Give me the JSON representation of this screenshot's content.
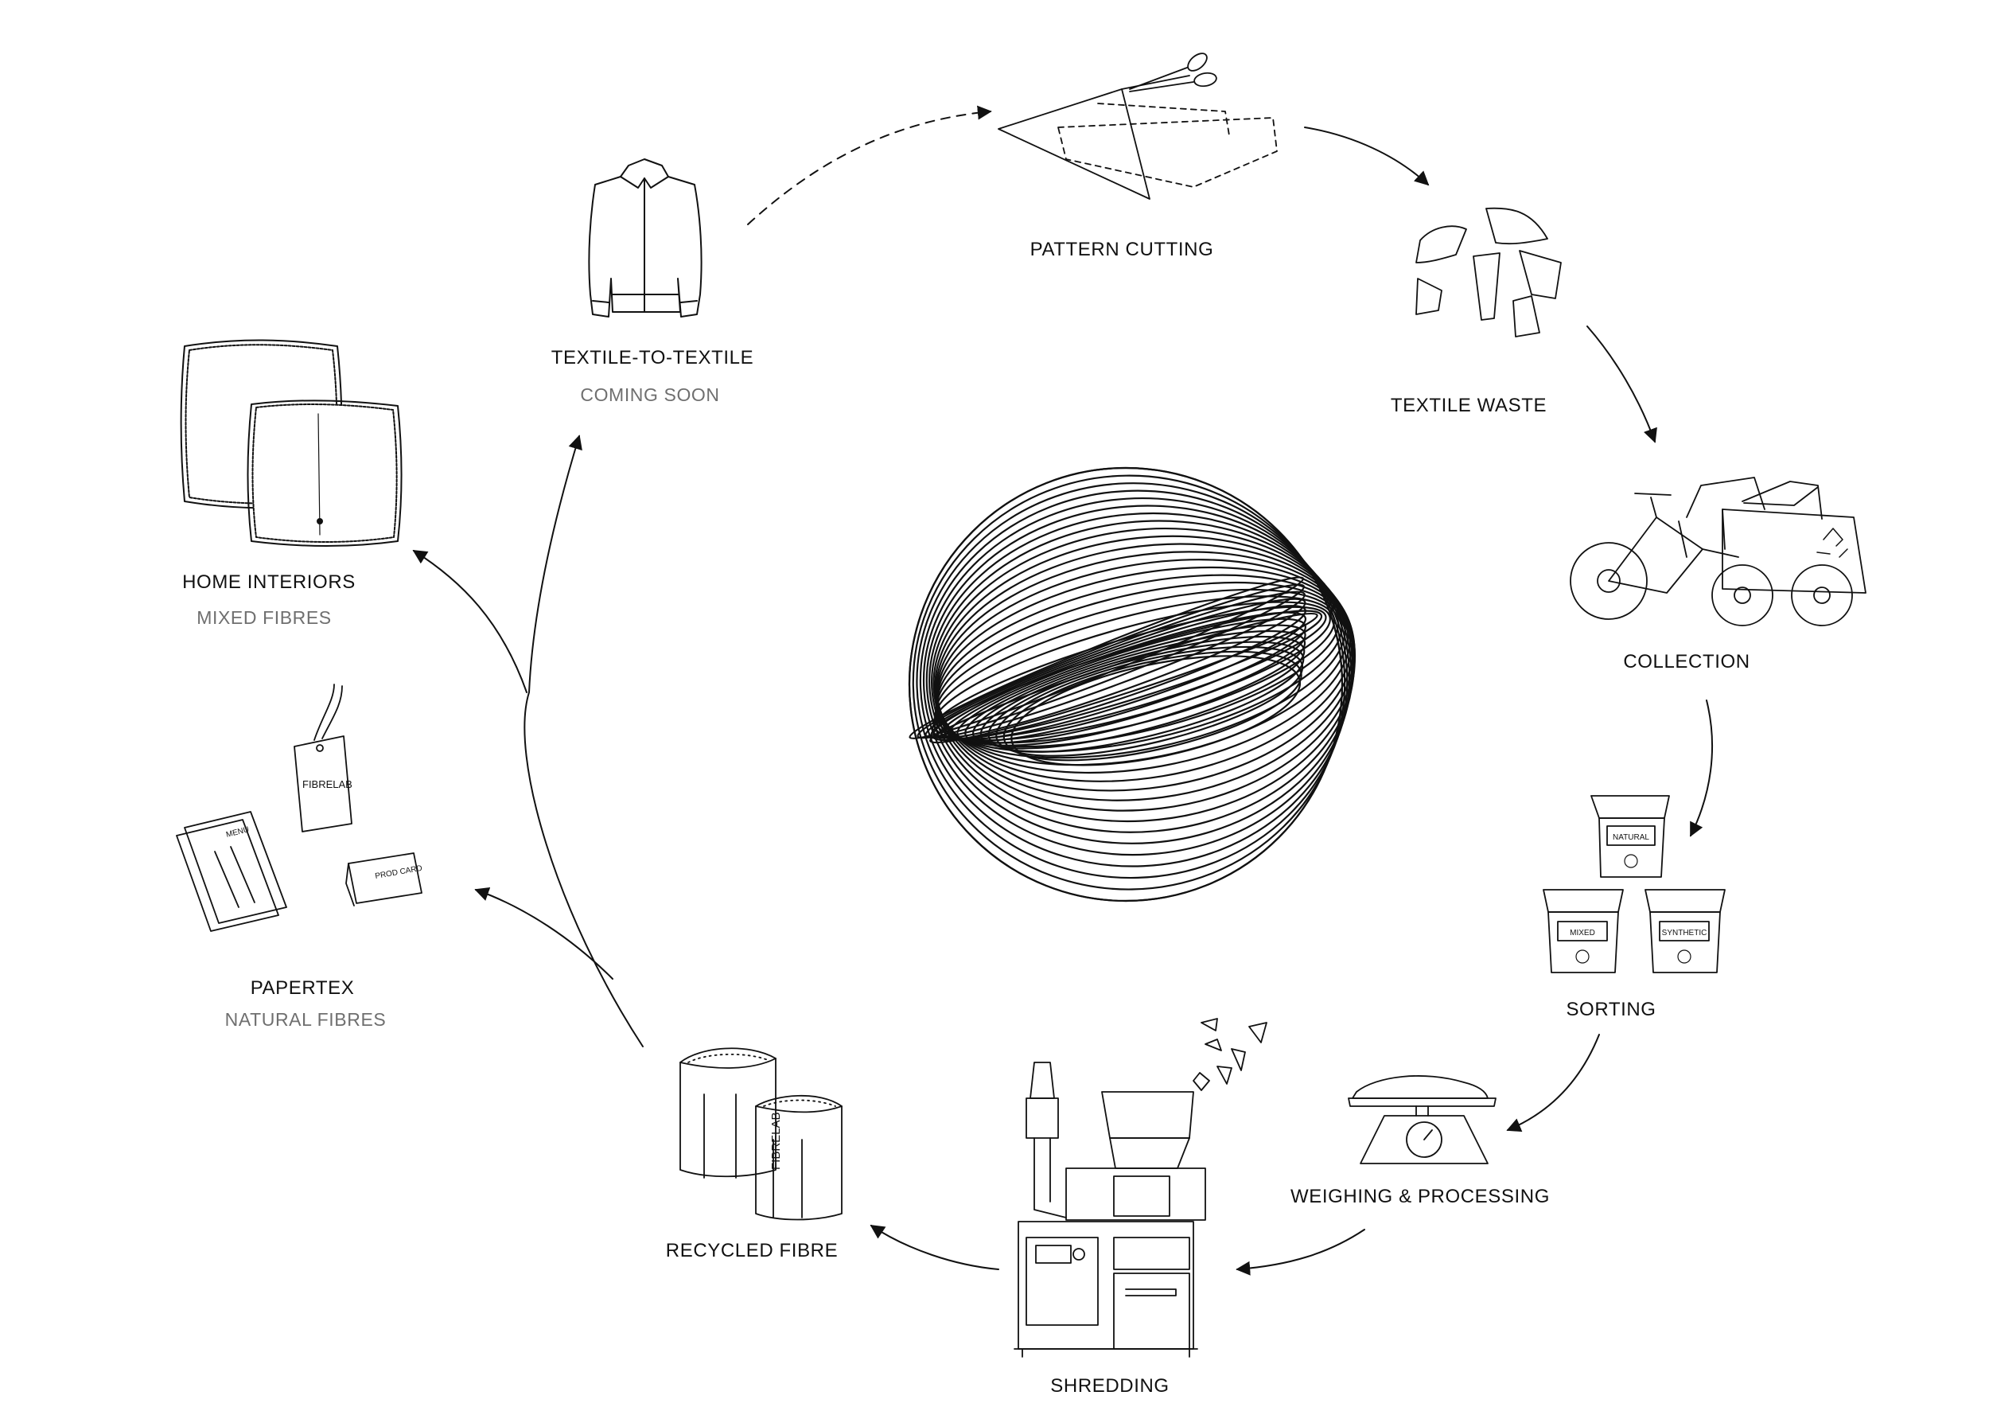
{
  "steps": {
    "pattern_cutting": {
      "label": "PATTERN CUTTING"
    },
    "textile_waste": {
      "label": "TEXTILE WASTE"
    },
    "collection": {
      "label": "COLLECTION"
    },
    "sorting": {
      "label": "SORTING",
      "bins": {
        "natural": "NATURAL",
        "mixed": "MIXED",
        "synthetic": "SYNTHETIC"
      }
    },
    "weighing": {
      "label": "WEIGHING & PROCESSING"
    },
    "shredding": {
      "label": "SHREDDING"
    },
    "recycled_fibre": {
      "label": "RECYCLED FIBRE",
      "bag_print": "FIBRELAB"
    },
    "papertex": {
      "label": "PAPERTEX",
      "sublabel": "NATURAL FIBRES",
      "menu_print": "MENU",
      "card_print": "PROD CARD",
      "tag_print": "FIBRELAB"
    },
    "home_interiors": {
      "label": "HOME INTERIORS",
      "sublabel": "MIXED FIBRES"
    },
    "textile_to_textile": {
      "label": "TEXTILE-TO-TEXTILE",
      "sublabel": "COMING SOON"
    }
  },
  "colors": {
    "ink": "#111111",
    "muted": "#6f6f6f",
    "background": "#ffffff"
  },
  "icons": [
    "scissors-icon",
    "fabric-scraps-icon",
    "cargo-bike-icon",
    "recycle-bins-icon",
    "scale-icon",
    "shredder-machine-icon",
    "fibre-bags-icon",
    "paper-products-icon",
    "cushions-icon",
    "jacket-icon",
    "fibre-sphere-icon"
  ]
}
